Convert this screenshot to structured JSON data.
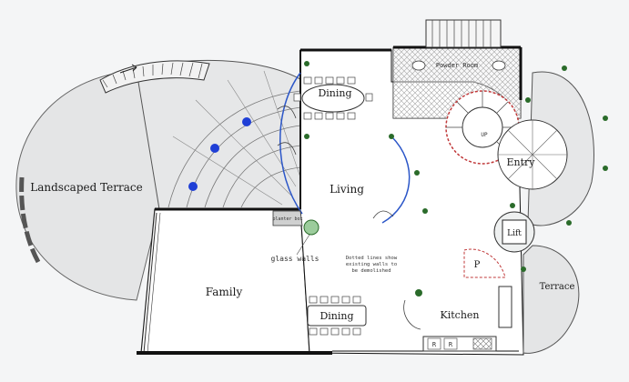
{
  "rooms": {
    "landscaped_terrace": "Landscaped Terrace",
    "dining_upper": "Dining",
    "living": "Living",
    "family": "Family",
    "dining_lower": "Dining",
    "kitchen": "Kitchen",
    "entry": "Entry",
    "lift": "Lift",
    "terrace": "Terrace",
    "pantry": "P",
    "powder_room": "Powder Room",
    "up": "UP"
  },
  "notes": {
    "glass_walls": "glass walls",
    "dotted_lines_1": "Dotted lines show",
    "dotted_lines_2": "existing walls to",
    "dotted_lines_3": "be demolished",
    "planter": "planter box",
    "fridge_1": "R",
    "fridge_2": "R"
  },
  "colors": {
    "wall": "#111111",
    "line": "#555555",
    "fill": "#e6e7e8",
    "light_fixture": "#2a6b2a",
    "blue_light": "#1f3fd6",
    "demolish": "#c0393a",
    "glass": "#2b56c8"
  }
}
